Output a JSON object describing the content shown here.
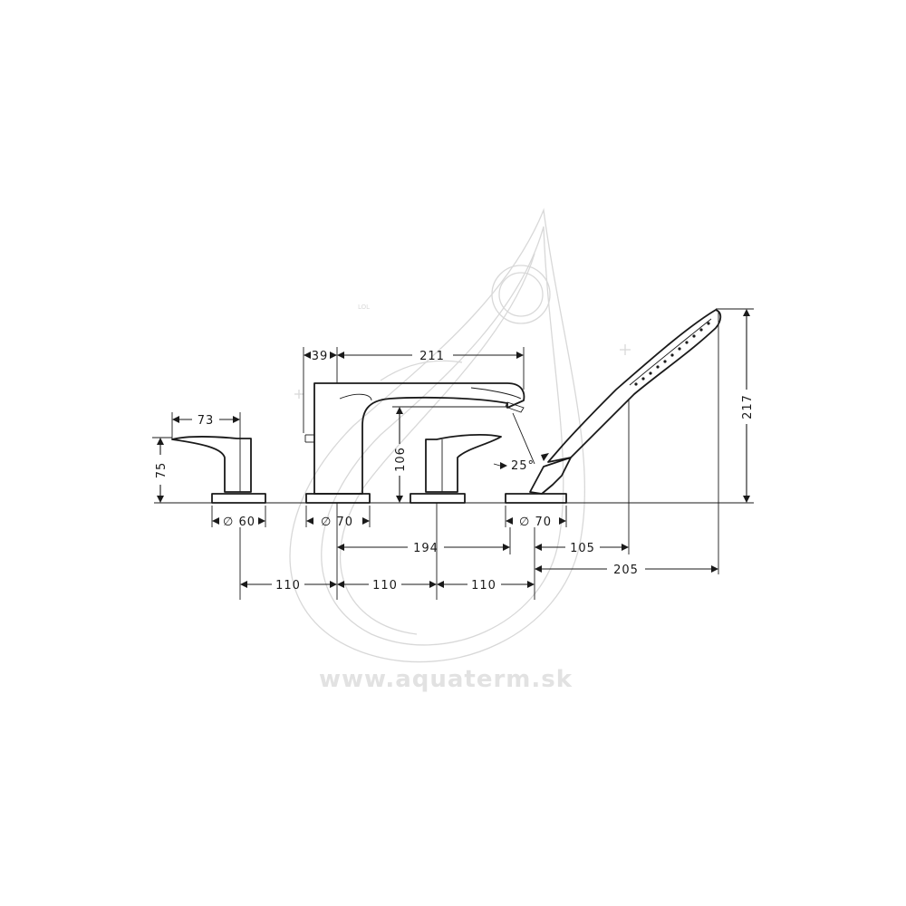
{
  "watermark": {
    "url": "www.aquaterm.sk",
    "mark": "LOL"
  },
  "dimensions": {
    "lever_width": "73",
    "lever_height": "75",
    "base_dia_left": "∅ 60",
    "spout_back": "39",
    "spout_reach": "211",
    "spout_height": "106",
    "base_dia_spout": "∅ 70",
    "shower_angle": "25°",
    "base_dia_shower": "∅ 70",
    "shower_height": "217",
    "centers_mid": "194",
    "shower_offset": "105",
    "shower_length": "205",
    "spacing_1": "110",
    "spacing_2": "110",
    "spacing_3": "110"
  },
  "colors": {
    "line": "#1a1a1a",
    "watermark": "#d8d8d8",
    "background": "#ffffff"
  }
}
